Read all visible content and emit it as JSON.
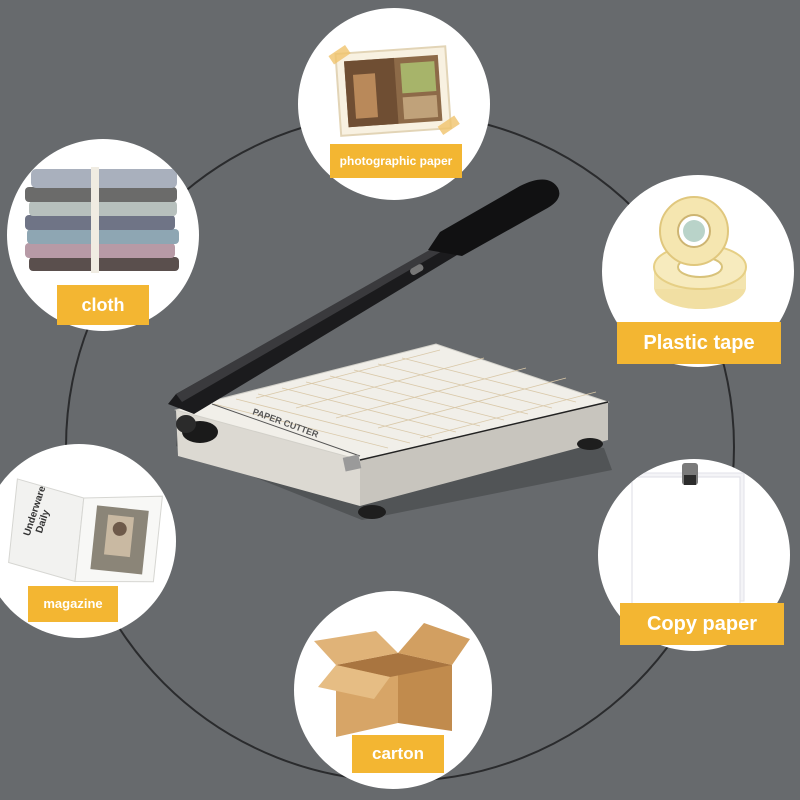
{
  "colors": {
    "background": "#676a6d",
    "label_fill": "#f3b632",
    "label_text": "#ffffff",
    "bubble": "#ffffff"
  },
  "product": {
    "name": "paper cutter",
    "base_text": "PAPER CUTTER"
  },
  "materials": [
    {
      "label": "photographic paper",
      "icon": "photo-icon"
    },
    {
      "label": "cloth",
      "icon": "folded-cloth-icon"
    },
    {
      "label": "Plastic tape",
      "icon": "tape-roll-icon"
    },
    {
      "label": "magazine",
      "icon": "magazine-icon"
    },
    {
      "label": "Copy paper",
      "icon": "paper-sheet-icon"
    },
    {
      "label": "carton",
      "icon": "cardboard-box-icon"
    }
  ],
  "magazine_cover": {
    "line1": "Underware",
    "line2": "Daily"
  }
}
